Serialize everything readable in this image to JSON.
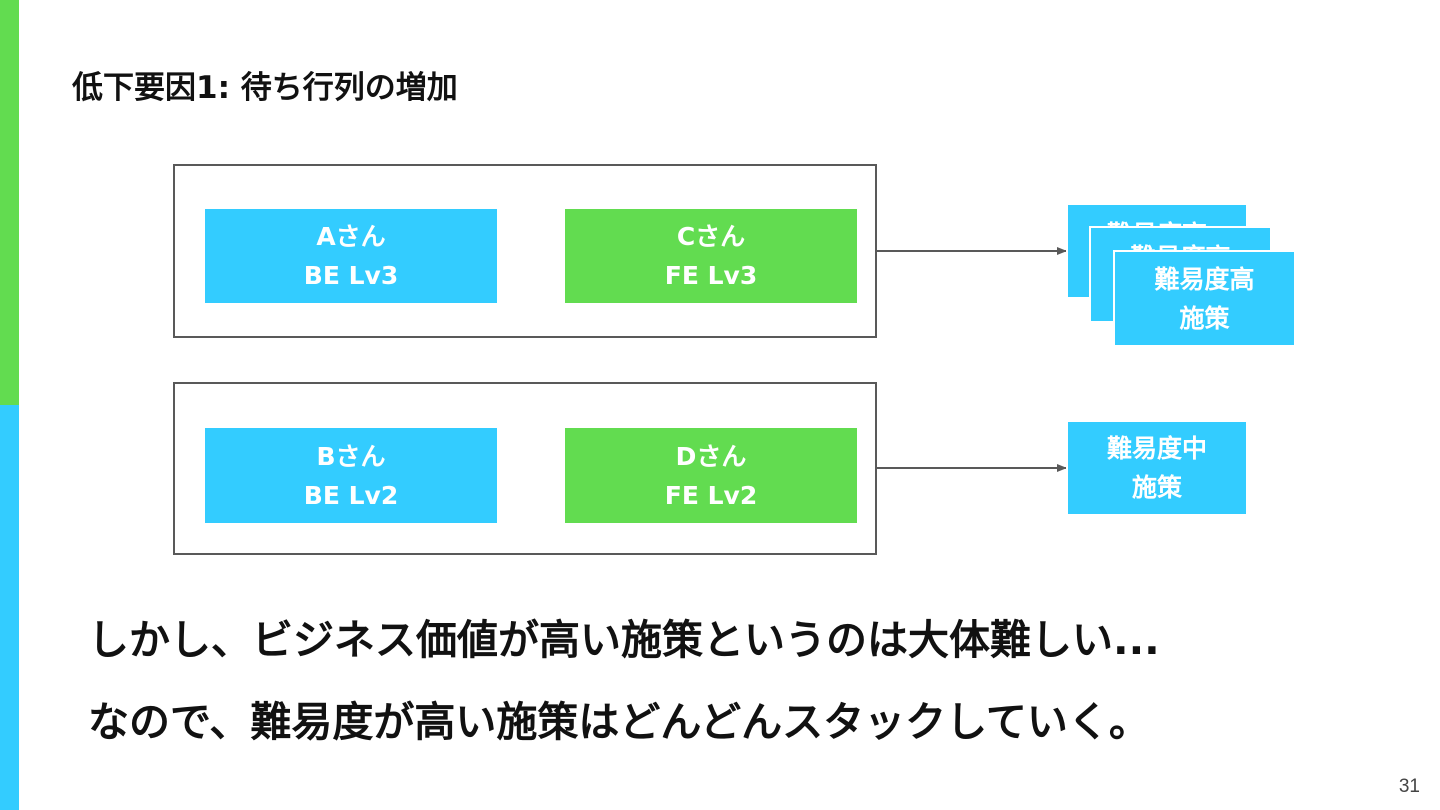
{
  "slide": {
    "title": "低下要因1: 待ち行列の増加",
    "page_number": "31",
    "colors": {
      "blue": "#33ccff",
      "green": "#62dc50",
      "frame": "#595959",
      "text": "#111111"
    }
  },
  "teams": [
    {
      "members": [
        {
          "name": "Aさん",
          "role": "BE Lv3",
          "color": "blue"
        },
        {
          "name": "Cさん",
          "role": "FE Lv3",
          "color": "green"
        }
      ]
    },
    {
      "members": [
        {
          "name": "Bさん",
          "role": "BE Lv2",
          "color": "blue"
        },
        {
          "name": "Dさん",
          "role": "FE Lv2",
          "color": "green"
        }
      ]
    }
  ],
  "tasks": {
    "high": [
      {
        "line1": "難易度高",
        "line2": "施策"
      },
      {
        "line1": "難易度高",
        "line2": "施策"
      },
      {
        "line1": "難易度高",
        "line2": "施策"
      }
    ],
    "mid": {
      "line1": "難易度中",
      "line2": "施策"
    }
  },
  "messages": [
    "しかし、ビジネス価値が高い施策というのは大体難しい...",
    "なので、難易度が高い施策はどんどんスタックしていく。"
  ]
}
